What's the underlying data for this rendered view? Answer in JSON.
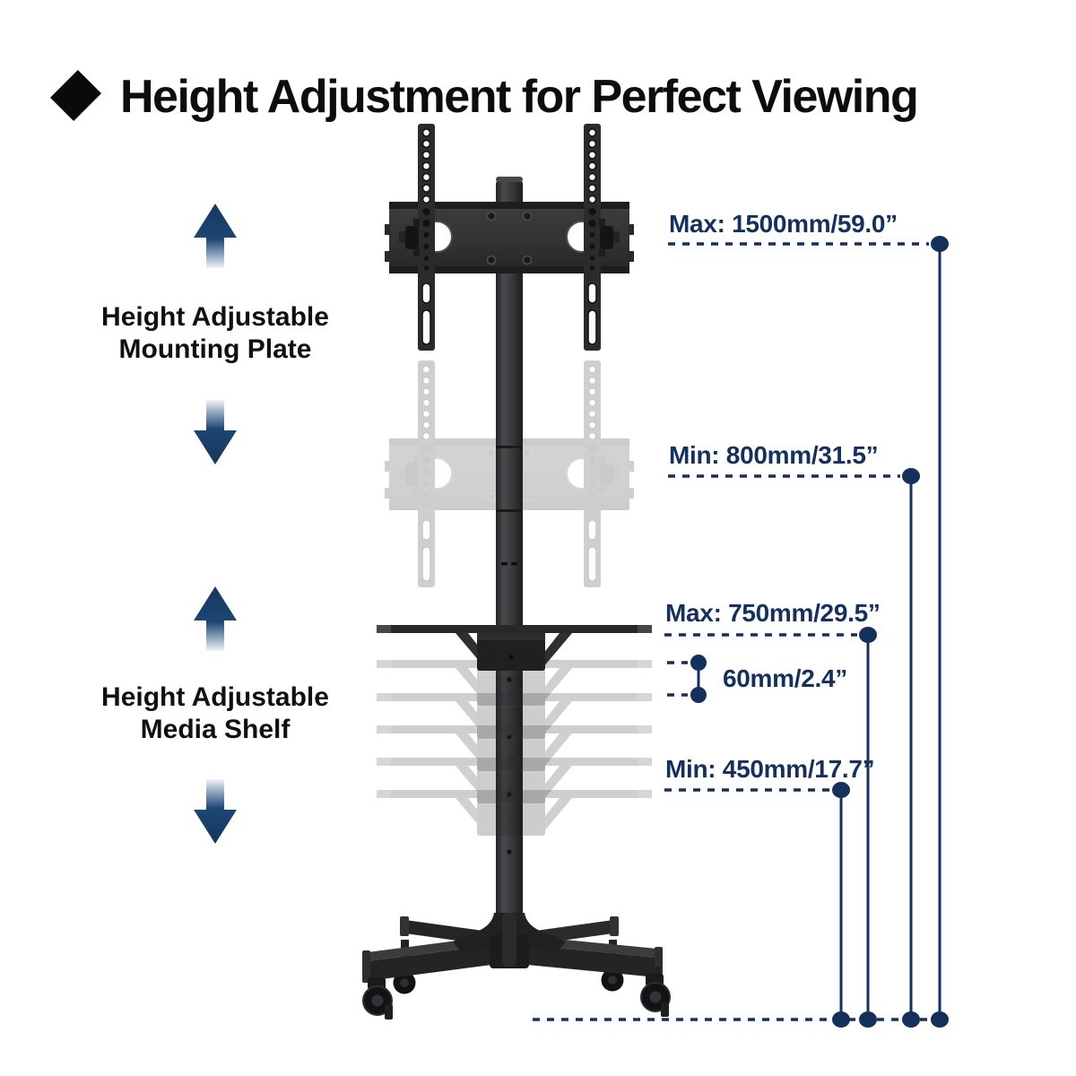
{
  "header": {
    "bullet_icon": "diamond",
    "title": "Height Adjustment for Perfect Viewing"
  },
  "colors": {
    "accent_navy": "#16305c",
    "title_black": "#0d0d0d",
    "product_dark": "#2e2e30",
    "arrow_navy": "#1d4672"
  },
  "feature_labels": [
    {
      "line1": "Height Adjustable",
      "line2": "Mounting Plate"
    },
    {
      "line1": "Height Adjustable",
      "line2": "Media Shelf"
    }
  ],
  "measurements": [
    {
      "id": "mount-max",
      "label": "Max: 1500mm/59.0”"
    },
    {
      "id": "mount-min",
      "label": "Min: 800mm/31.5”"
    },
    {
      "id": "shelf-max",
      "label": "Max: 750mm/29.5”"
    },
    {
      "id": "shelf-step",
      "label": "60mm/2.4”"
    },
    {
      "id": "shelf-min",
      "label": "Min: 450mm/17.7”"
    }
  ]
}
